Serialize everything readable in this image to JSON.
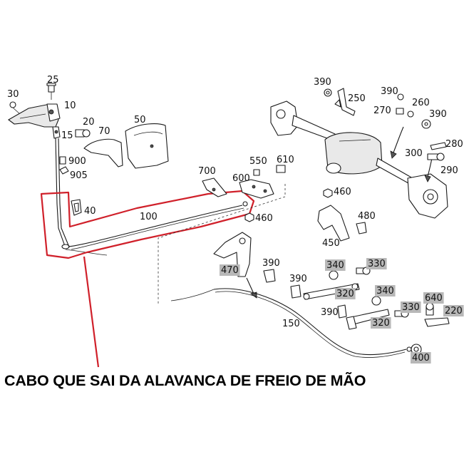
{
  "diagram": {
    "labels": [
      {
        "id": "p25",
        "text": "25",
        "highlight": false
      },
      {
        "id": "p30",
        "text": "30",
        "highlight": false
      },
      {
        "id": "p10",
        "text": "10",
        "highlight": false
      },
      {
        "id": "p20",
        "text": "20",
        "highlight": false
      },
      {
        "id": "p15",
        "text": "15",
        "highlight": false
      },
      {
        "id": "p70",
        "text": "70",
        "highlight": false
      },
      {
        "id": "p50",
        "text": "50",
        "highlight": false
      },
      {
        "id": "p900",
        "text": "900",
        "highlight": false
      },
      {
        "id": "p905",
        "text": "905",
        "highlight": false
      },
      {
        "id": "p40",
        "text": "40",
        "highlight": false
      },
      {
        "id": "p100",
        "text": "100",
        "highlight": false
      },
      {
        "id": "p700",
        "text": "700",
        "highlight": false
      },
      {
        "id": "p550",
        "text": "550",
        "highlight": false
      },
      {
        "id": "p610",
        "text": "610",
        "highlight": false
      },
      {
        "id": "p600",
        "text": "600",
        "highlight": false
      },
      {
        "id": "p460a",
        "text": "460",
        "highlight": false
      },
      {
        "id": "p460b",
        "text": "460",
        "highlight": false
      },
      {
        "id": "p390a",
        "text": "390",
        "highlight": false
      },
      {
        "id": "p250",
        "text": "250",
        "highlight": false
      },
      {
        "id": "p390b",
        "text": "390",
        "highlight": false
      },
      {
        "id": "p270",
        "text": "270",
        "highlight": false
      },
      {
        "id": "p260",
        "text": "260",
        "highlight": false
      },
      {
        "id": "p390c",
        "text": "390",
        "highlight": false
      },
      {
        "id": "p280",
        "text": "280",
        "highlight": false
      },
      {
        "id": "p300",
        "text": "300",
        "highlight": false
      },
      {
        "id": "p290",
        "text": "290",
        "highlight": false
      },
      {
        "id": "p480",
        "text": "480",
        "highlight": false
      },
      {
        "id": "p450",
        "text": "450",
        "highlight": false
      },
      {
        "id": "p470",
        "text": "470",
        "highlight": true
      },
      {
        "id": "p390d",
        "text": "390",
        "highlight": false
      },
      {
        "id": "p340a",
        "text": "340",
        "highlight": true
      },
      {
        "id": "p330a",
        "text": "330",
        "highlight": true
      },
      {
        "id": "p390e",
        "text": "390",
        "highlight": false
      },
      {
        "id": "p320a",
        "text": "320",
        "highlight": true
      },
      {
        "id": "p340b",
        "text": "340",
        "highlight": true
      },
      {
        "id": "p640",
        "text": "640",
        "highlight": true
      },
      {
        "id": "p390f",
        "text": "390",
        "highlight": false
      },
      {
        "id": "p330b",
        "text": "330",
        "highlight": true
      },
      {
        "id": "p220",
        "text": "220",
        "highlight": true
      },
      {
        "id": "p320b",
        "text": "320",
        "highlight": true
      },
      {
        "id": "p150",
        "text": "150",
        "highlight": false
      },
      {
        "id": "p400",
        "text": "400",
        "highlight": true
      }
    ],
    "caption": "CABO QUE SAI DA ALAVANCA DE FREIO DE MÃO",
    "colors": {
      "annotation": "#d0202a",
      "highlight_bg": "#b8b8b8",
      "line": "#1a1a1a"
    }
  }
}
